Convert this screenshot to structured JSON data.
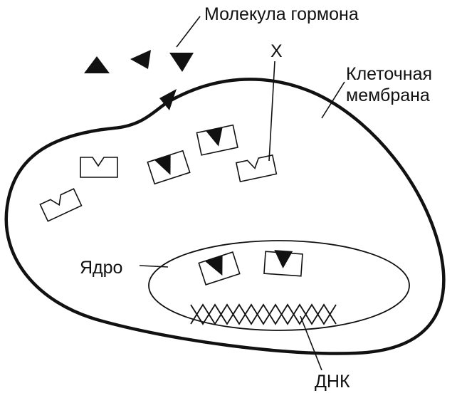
{
  "labels": {
    "hormone_molecule": "Молекула гормона",
    "x_marker": "X",
    "membrane_line1": "Клеточная",
    "membrane_line2": "мембрана",
    "nucleus": "Ядро",
    "dna": "ДНК"
  },
  "colors": {
    "ink": "#111111",
    "background": "#ffffff"
  }
}
